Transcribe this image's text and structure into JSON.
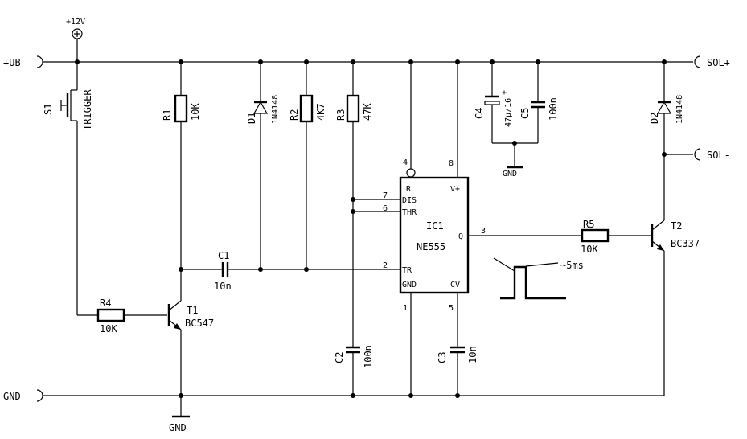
{
  "supply": {
    "v12": "+12V",
    "ub": "+UB",
    "gnd_left": "GND",
    "gnd_bottom": "GND",
    "gnd_c4c5": "GND",
    "sol_plus": "SOL+",
    "sol_minus": "SOL-"
  },
  "s1": {
    "ref": "S1",
    "name": "TRIGGER"
  },
  "r1": {
    "ref": "R1",
    "value": "10K"
  },
  "d1": {
    "ref": "D1",
    "value": "1N4148"
  },
  "r2": {
    "ref": "R2",
    "value": "4K7"
  },
  "r3": {
    "ref": "R3",
    "value": "47K"
  },
  "c4": {
    "ref": "C4",
    "value": "47µ/16",
    "plus": "+"
  },
  "c5": {
    "ref": "C5",
    "value": "100n"
  },
  "d2": {
    "ref": "D2",
    "value": "1N4148"
  },
  "c1": {
    "ref": "C1",
    "value": "10n"
  },
  "r4": {
    "ref": "R4",
    "value": "10K"
  },
  "t1": {
    "ref": "T1",
    "value": "BC547"
  },
  "t2": {
    "ref": "T2",
    "value": "BC337"
  },
  "r5": {
    "ref": "R5",
    "value": "10K"
  },
  "c2": {
    "ref": "C2",
    "value": "100n"
  },
  "c3": {
    "ref": "C3",
    "value": "10n"
  },
  "ic": {
    "ref": "IC1",
    "name": "NE555",
    "pins": {
      "r": "R",
      "vplus": "V+",
      "dis": "DIS",
      "thr": "THR",
      "tr": "TR",
      "q": "Q",
      "gnd": "GND",
      "cv": "CV"
    },
    "pin_numbers": {
      "p4": "4",
      "p8": "8",
      "p7": "7",
      "p6": "6",
      "p2": "2",
      "p3": "3",
      "p1": "1",
      "p5": "5"
    }
  },
  "pulse": {
    "label": "~5ms"
  }
}
